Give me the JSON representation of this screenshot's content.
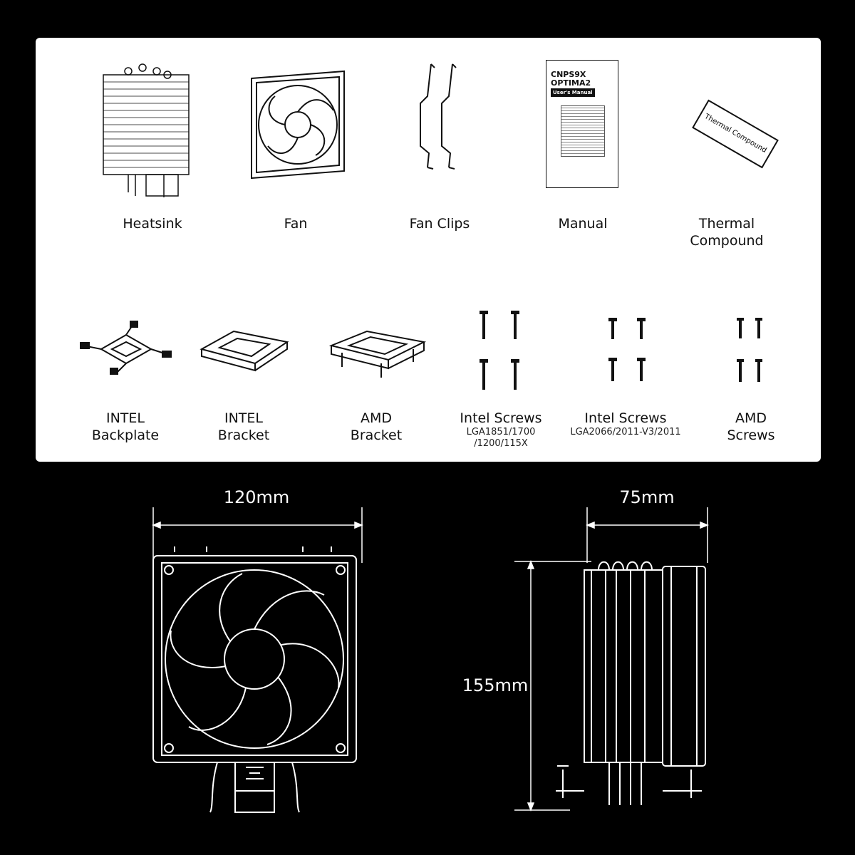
{
  "components": {
    "heatsink": "Heatsink",
    "fan": "Fan",
    "fan_clips": "Fan Clips",
    "manual": "Manual",
    "manual_cover": {
      "title_line1": "CNPS9X",
      "title_line2": "OPTIMA2",
      "subtitle": "User's Manual"
    },
    "thermal_compound": "Thermal\nCompound",
    "thermal_compound_pack_text": "Thermal Compound",
    "intel_backplate": "INTEL\nBackplate",
    "intel_bracket": "INTEL\nBracket",
    "amd_bracket": "AMD\nBracket",
    "intel_screws_a": {
      "label": "Intel Screws",
      "sockets": "LGA1851/1700\n/1200/115X"
    },
    "intel_screws_b": {
      "label": "Intel Screws",
      "sockets": "LGA2066/2011-V3/2011"
    },
    "amd_screws": "AMD\nScrews"
  },
  "dimensions": {
    "width": "120mm",
    "depth": "75mm",
    "height": "155mm"
  },
  "colors": {
    "background": "#000000",
    "panel": "#ffffff",
    "line": "#ffffff",
    "ink": "#111111"
  }
}
